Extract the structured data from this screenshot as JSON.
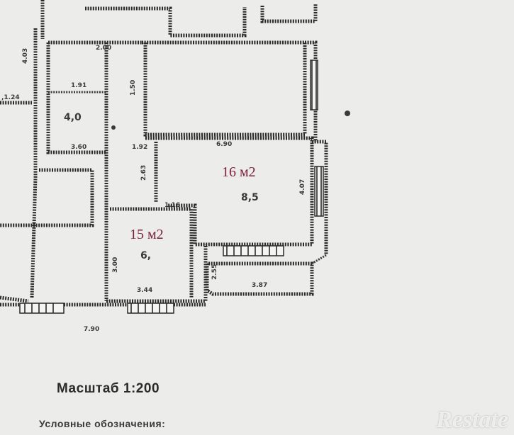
{
  "plan": {
    "rooms": [
      {
        "id": "room-16",
        "area_label": "16 м2",
        "glyph": "8,5"
      },
      {
        "id": "room-15",
        "area_label": "15 м2",
        "glyph": "6,"
      }
    ],
    "small_room": {
      "glyph": "4,0"
    },
    "dimensions": {
      "d_2_00": "2.00",
      "d_1_91": "1.91",
      "d_3_60": "3.60",
      "d_1_92": "1.92",
      "d_6_90": "6.90",
      "d_7_90": "7.90",
      "d_2_63": "2.63",
      "d_1_16": "1.16",
      "d_3_00": "3.00",
      "d_3_44": "3.44",
      "d_4_07": "4.07",
      "d_1_24": ",1.24",
      "d_3_87": "3.87",
      "d_4_03": "4.03",
      "d_1_50": "1.50",
      "d_2_55": "2.55"
    }
  },
  "footer": {
    "scale": "Масштаб 1:200",
    "legend": "Условные обозначения:"
  },
  "watermark": "Restate"
}
